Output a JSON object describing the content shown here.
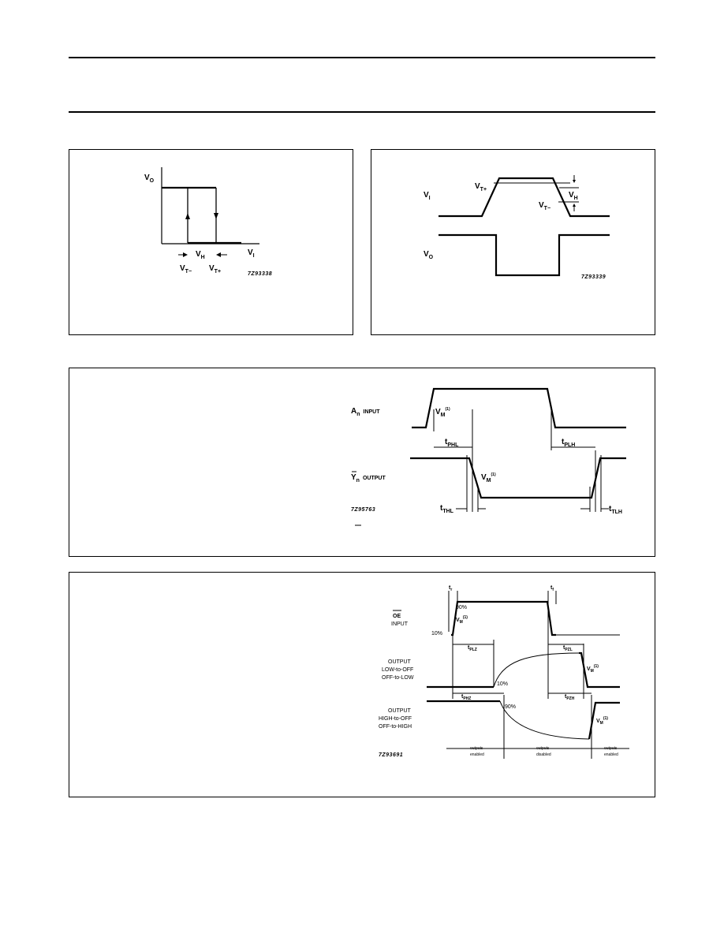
{
  "fig1": {
    "vo": "V",
    "vo_sub": "O",
    "vi": "V",
    "vi_sub": "I",
    "vh": "V",
    "vh_sub": "H",
    "vtminus": "V",
    "vtminus_sub": "T−",
    "vtplus": "V",
    "vtplus_sub": "T+",
    "code": "7Z93338"
  },
  "fig2": {
    "vi": "V",
    "vi_sub": "I",
    "vo": "V",
    "vo_sub": "O",
    "vtplus": "V",
    "vtplus_sub": "T+",
    "vtminus": "V",
    "vtminus_sub": "T−",
    "vh": "V",
    "vh_sub": "H",
    "code": "7Z93339"
  },
  "fig3": {
    "an_input": "A",
    "an_sub": "n",
    "an_input_word": "INPUT",
    "yn_output": "Y",
    "yn_sub": "n",
    "yn_output_word": "OUTPUT",
    "vm1": "V",
    "vm1_sub": "M",
    "vm1_sup": "(1)",
    "vm2": "V",
    "vm2_sub": "M",
    "vm2_sup": "(1)",
    "tphl": "t",
    "tphl_sub": "PHL",
    "tplh": "t",
    "tplh_sub": "PLH",
    "tthl": "t",
    "tthl_sub": "THL",
    "ttlh": "t",
    "ttlh_sub": "TLH",
    "code": "7Z95763"
  },
  "fig4": {
    "oe_bar": "OE",
    "oe_input": "INPUT",
    "out1_l1": "OUTPUT",
    "out1_l2": "LOW-to-OFF",
    "out1_l3": "OFF-to-LOW",
    "out2_l1": "OUTPUT",
    "out2_l2": "HIGH-to-OFF",
    "out2_l3": "OFF-to-HIGH",
    "tr": "t",
    "tr_sub": "r",
    "tf": "t",
    "tf_sub": "f",
    "p90a": "90%",
    "p10": "10%",
    "p10b": "10%",
    "p90b": "90%",
    "vm_a": "V",
    "vm_a_sub": "M",
    "vm_a_sup": "(1)",
    "vm_b": "V",
    "vm_b_sub": "M",
    "vm_b_sup": "(1)",
    "vm_c": "V",
    "vm_c_sub": "M",
    "vm_c_sup": "(1)",
    "tplz": "t",
    "tplz_sub": "PLZ",
    "tpzl": "t",
    "tpzl_sub": "PZL",
    "tphz": "t",
    "tphz_sub": "PHZ",
    "tpzh": "t",
    "tpzh_sub": "PZH",
    "en1_l1": "outputs",
    "en1_l2": "enabled",
    "dis_l1": "outputs",
    "dis_l2": "disabled",
    "en2_l1": "outputs",
    "en2_l2": "enabled",
    "code": "7Z93691"
  }
}
